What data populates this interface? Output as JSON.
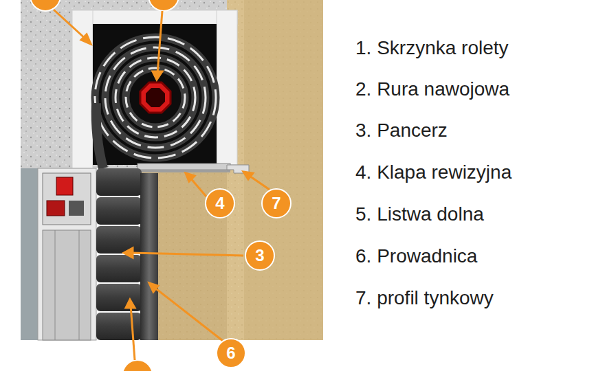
{
  "diagram": {
    "labels": [
      "1. Skrzynka rolety",
      "2. Rura nawojowa",
      "3. Pancerz",
      "4. Klapa rewizyjna",
      "5. Listwa dolna",
      "6. Prowadnica",
      "7. profil tynkowy",
      "4",
      "7",
      "3",
      "6"
    ]
  }
}
